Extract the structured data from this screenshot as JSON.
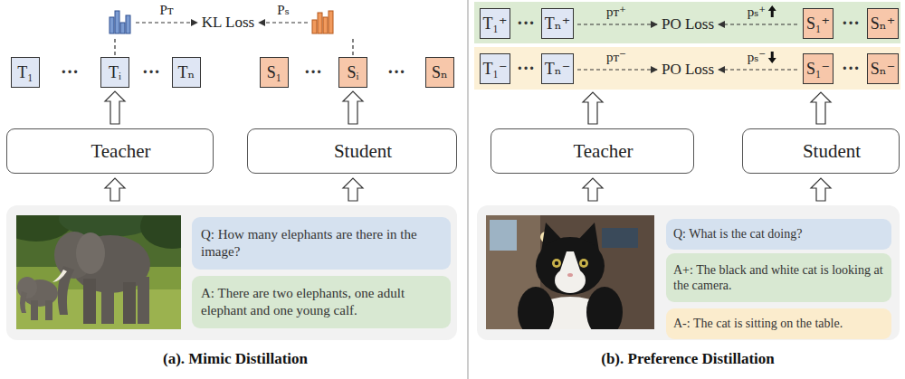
{
  "diagram": {
    "nodes": [
      {
        "text": [
          "T₁"
        ]
      },
      {
        "text": [
          "Tᵢ"
        ]
      },
      {
        "text": [
          "Tₙ"
        ]
      },
      {
        "text": [
          "S₁"
        ]
      },
      {
        "text": [
          "Sᵢ"
        ]
      },
      {
        "text": [
          "Sₙ"
        ]
      },
      {
        "text": [
          "Teacher"
        ]
      },
      {
        "text": [
          "Student"
        ]
      },
      {
        "text": [
          "Q: How many elephants are there in the image?"
        ]
      },
      {
        "text": [
          "A: There are two elephants, one adult elephant and one young calf."
        ]
      },
      {
        "text": [
          "T₁⁺"
        ]
      },
      {
        "text": [
          "Tₙ⁺"
        ]
      },
      {
        "text": [
          "S₁⁺"
        ]
      },
      {
        "text": [
          "Sₙ⁺"
        ]
      },
      {
        "text": [
          "T₁⁻"
        ]
      },
      {
        "text": [
          "Tₙ⁻"
        ]
      },
      {
        "text": [
          "S₁⁻"
        ]
      },
      {
        "text": [
          "Sₙ⁻"
        ]
      },
      {
        "text": [
          "Teacher"
        ]
      },
      {
        "text": [
          "Student"
        ]
      },
      {
        "text": [
          "Q: What is the cat doing?"
        ]
      },
      {
        "text": [
          "A+: The black and white cat is looking at the camera."
        ]
      },
      {
        "text": [
          "A-: The cat is sitting on the table."
        ]
      }
    ],
    "edges": [
      {
        "from": 6,
        "to": 1,
        "arrow": "to"
      },
      {
        "from": 7,
        "to": 4,
        "arrow": "to"
      }
    ],
    "labels": [
      "···",
      "···",
      "Pᴛ",
      "KL Loss",
      "Pₛ",
      "···",
      "···",
      "···",
      "pᴛ⁺",
      "PO Loss",
      "pₛ⁺",
      "···",
      "···",
      "pᴛ⁻",
      "PO Loss",
      "pₛ⁻",
      "···",
      "(a). Mimic Distillation",
      "(b). Preference Distillation"
    ]
  }
}
